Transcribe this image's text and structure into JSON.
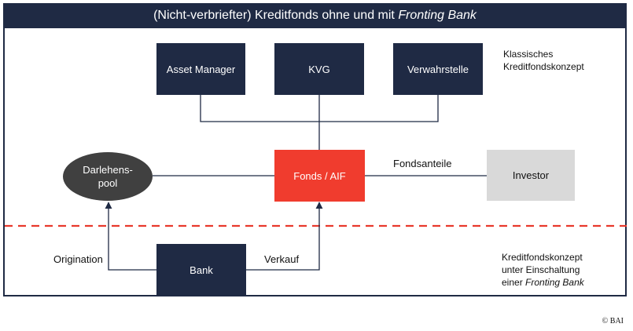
{
  "title": {
    "main": "(Nicht-verbriefter) Kreditfonds ohne und mit",
    "italic": "Fronting Bank"
  },
  "nodes": {
    "asset_manager": "Asset Manager",
    "kvg": "KVG",
    "verwahrstelle": "Verwahrstelle",
    "darlehenspool_line1": "Darlehens-",
    "darlehenspool_line2": "pool",
    "fonds": "Fonds / AIF",
    "investor": "Investor",
    "bank": "Bank"
  },
  "edge_labels": {
    "fondsanteile": "Fondsanteile",
    "origination": "Origination",
    "verkauf": "Verkauf"
  },
  "notes": {
    "classic_line1": "Klassisches",
    "classic_line2": "Kreditfondskonzept",
    "fronting_line1": "Kreditfondskonzept",
    "fronting_line2": "unter Einschaltung",
    "fronting_line3_prefix": "einer ",
    "fronting_line3_italic": "Fronting Bank"
  },
  "copyright": "© BAI",
  "colors": {
    "navy": "#1f2a44",
    "accent_red": "#f03c2e",
    "dashed_divider": "#e8392c",
    "ellipse_grey": "#404040",
    "investor_grey": "#d9d9d9"
  }
}
